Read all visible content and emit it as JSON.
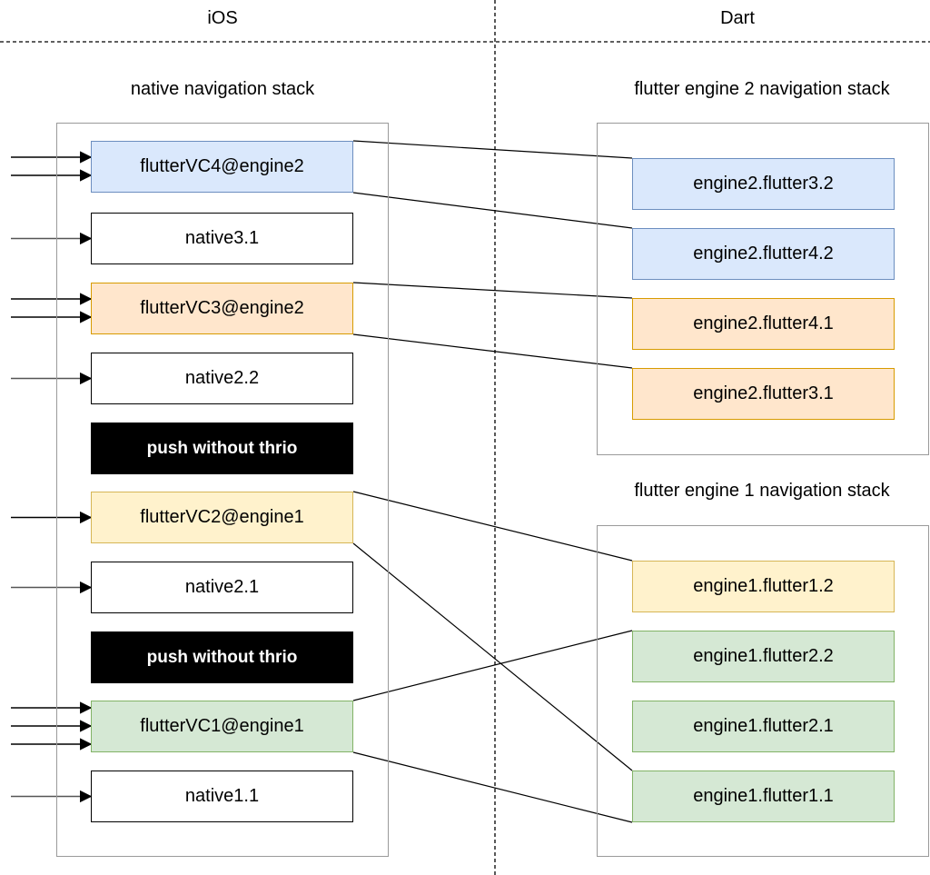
{
  "columns": {
    "left": "iOS",
    "right": "Dart"
  },
  "native_stack": {
    "title": "native navigation stack",
    "items": [
      {
        "label": "flutterVC4@engine2",
        "style": "blue",
        "arrows": 2
      },
      {
        "label": "native3.1",
        "style": "white",
        "arrows": 1
      },
      {
        "label": "flutterVC3@engine2",
        "style": "orange",
        "arrows": 2
      },
      {
        "label": "native2.2",
        "style": "white",
        "arrows": 1
      },
      {
        "label": "push without thrio",
        "style": "black",
        "arrows": 0
      },
      {
        "label": "flutterVC2@engine1",
        "style": "yellow",
        "arrows": 1
      },
      {
        "label": "native2.1",
        "style": "white",
        "arrows": 1
      },
      {
        "label": "push without thrio",
        "style": "black",
        "arrows": 0
      },
      {
        "label": "flutterVC1@engine1",
        "style": "green",
        "arrows": 3
      },
      {
        "label": "native1.1",
        "style": "white",
        "arrows": 1
      }
    ]
  },
  "engine2_stack": {
    "title": "flutter engine 2 navigation stack",
    "items": [
      {
        "label": "engine2.flutter3.2",
        "style": "blue"
      },
      {
        "label": "engine2.flutter4.2",
        "style": "blue"
      },
      {
        "label": "engine2.flutter4.1",
        "style": "orange"
      },
      {
        "label": "engine2.flutter3.1",
        "style": "orange"
      }
    ]
  },
  "engine1_stack": {
    "title": "flutter engine 1 navigation stack",
    "items": [
      {
        "label": "engine1.flutter1.2",
        "style": "yellow"
      },
      {
        "label": "engine1.flutter2.2",
        "style": "green"
      },
      {
        "label": "engine1.flutter2.1",
        "style": "green"
      },
      {
        "label": "engine1.flutter1.1",
        "style": "green"
      }
    ]
  },
  "links": [
    {
      "from": "flutterVC4@engine2",
      "to": "engine2.flutter3.2"
    },
    {
      "from": "flutterVC4@engine2",
      "to": "engine2.flutter4.2"
    },
    {
      "from": "flutterVC3@engine2",
      "to": "engine2.flutter4.1"
    },
    {
      "from": "flutterVC3@engine2",
      "to": "engine2.flutter3.1"
    },
    {
      "from": "flutterVC2@engine1",
      "to": "engine1.flutter1.2"
    },
    {
      "from": "flutterVC2@engine1",
      "to": "engine1.flutter1.1"
    },
    {
      "from": "flutterVC1@engine1",
      "to": "engine1.flutter2.2"
    },
    {
      "from": "flutterVC1@engine1",
      "to": "engine1.flutter1.1"
    }
  ],
  "colors": {
    "blue": {
      "fill": "#dae8fc",
      "stroke": "#6c8ebf"
    },
    "orange": {
      "fill": "#ffe6cc",
      "stroke": "#d79b00"
    },
    "yellow": {
      "fill": "#fff2cc",
      "stroke": "#d6b656"
    },
    "green": {
      "fill": "#d5e8d4",
      "stroke": "#82b366"
    },
    "white": {
      "fill": "#ffffff",
      "stroke": "#000000"
    },
    "black": {
      "fill": "#000000",
      "stroke": "#000000"
    }
  }
}
